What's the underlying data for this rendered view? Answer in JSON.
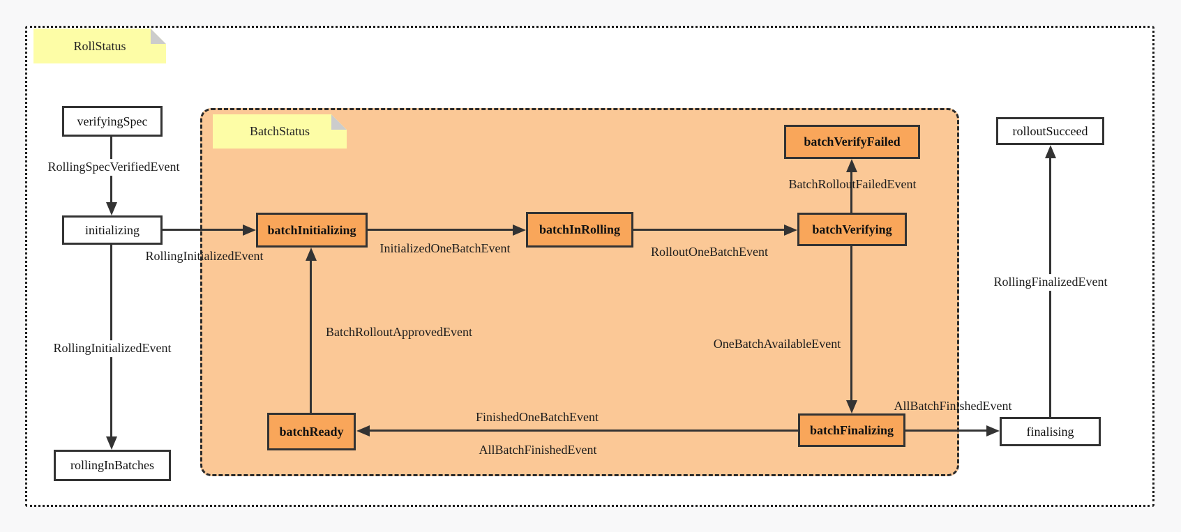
{
  "notes": {
    "roll_status": "RollStatus",
    "batch_status": "BatchStatus"
  },
  "states": {
    "verifyingSpec": "verifyingSpec",
    "initializing": "initializing",
    "rollingInBatches": "rollingInBatches",
    "rolloutSucceed": "rolloutSucceed",
    "finalising": "finalising",
    "batchInitializing": "batchInitializing",
    "batchInRolling": "batchInRolling",
    "batchVerifying": "batchVerifying",
    "batchVerifyFailed": "batchVerifyFailed",
    "batchReady": "batchReady",
    "batchFinalizing": "batchFinalizing"
  },
  "events": {
    "rollingSpecVerified": "RollingSpecVerifiedEvent",
    "rollingInitialized": "RollingInitializedEvent",
    "initializedOneBatch": "InitializedOneBatchEvent",
    "rolloutOneBatch": "RolloutOneBatchEvent",
    "batchRolloutFailed": "BatchRolloutFailedEvent",
    "batchRolloutApproved": "BatchRolloutApprovedEvent",
    "oneBatchAvailable": "OneBatchAvailableEvent",
    "finishedOneBatch": "FinishedOneBatchEvent",
    "allBatchFinished": "AllBatchFinishedEvent",
    "rollingFinalized": "RollingFinalizedEvent"
  },
  "colors": {
    "batch_container_fill": "#FBC896",
    "batch_state_fill": "#F9A65A",
    "note_fill": "#FDFDA6",
    "ink": "#333333"
  }
}
